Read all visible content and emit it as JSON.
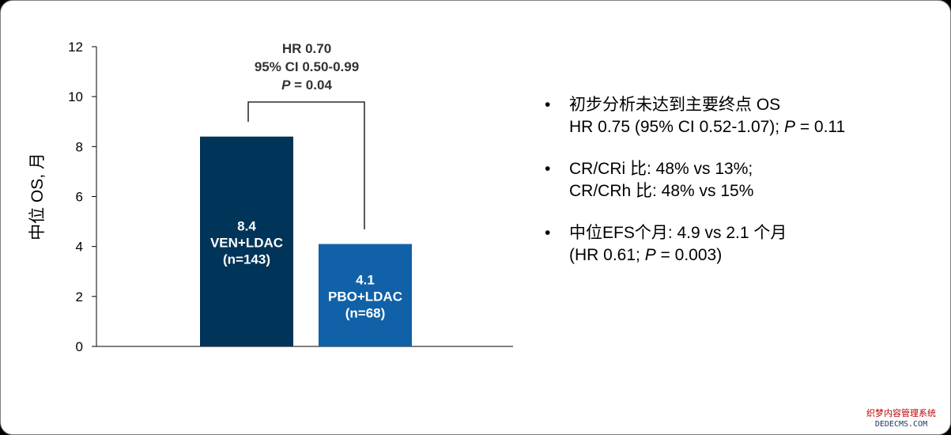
{
  "chart_data": {
    "type": "bar",
    "ylabel": "中位 OS, 月",
    "ylim": [
      0,
      12
    ],
    "yticks": [
      0,
      2,
      4,
      6,
      8,
      10,
      12
    ],
    "bars": [
      {
        "value": 8.4,
        "value_label": "8.4",
        "label": "VEN+LDAC",
        "n": "(n=143)",
        "color": "#003459"
      },
      {
        "value": 4.1,
        "value_label": "4.1",
        "label": "PBO+LDAC",
        "n": "(n=68)",
        "color": "#1061a8"
      }
    ],
    "annotation": {
      "hr": "HR 0.70",
      "ci": "95% CI 0.50-0.99",
      "p_italic": "P",
      "p_rest": " = 0.04"
    }
  },
  "bullets": [
    {
      "symbol": "•",
      "lines": [
        [
          {
            "t": "初步分析未达到主要终点 OS"
          }
        ],
        [
          {
            "t": "HR 0.75 (95% CI 0.52-1.07); "
          },
          {
            "t": "P",
            "i": true
          },
          {
            "t": " = 0.11"
          }
        ]
      ]
    },
    {
      "symbol": "•",
      "lines": [
        [
          {
            "t": "CR/CRi 比: 48% vs 13%;"
          }
        ],
        [
          {
            "t": "CR/CRh 比: 48% vs 15%"
          }
        ]
      ]
    },
    {
      "symbol": "•",
      "lines": [
        [
          {
            "t": "中位EFS个月: 4.9 vs 2.1 个月"
          }
        ],
        [
          {
            "t": "(HR 0.61; "
          },
          {
            "t": "P",
            "i": true
          },
          {
            "t": " = 0.003)"
          }
        ]
      ]
    }
  ],
  "watermark": {
    "line1": "织梦内容管理系统",
    "line2": "DEDECMS.COM"
  },
  "colors": {
    "axis": "#000000",
    "bracket": "#000000",
    "bar_text": "#ffffff",
    "annotation_text": "#333333"
  }
}
